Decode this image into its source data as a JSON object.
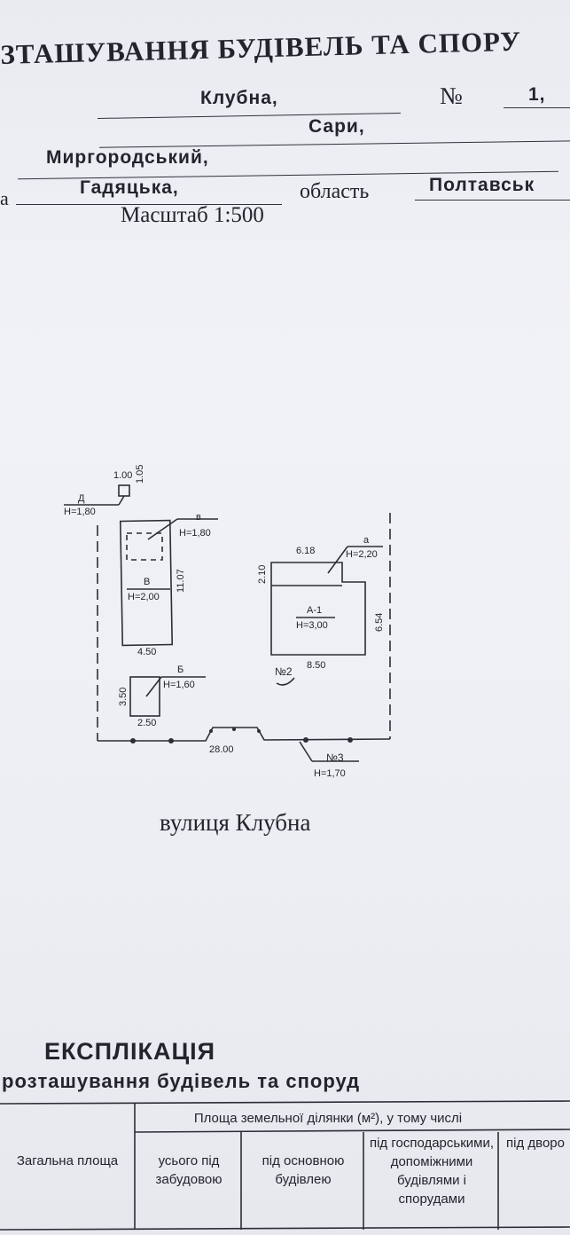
{
  "header": {
    "title": "ЗТАШУВАННЯ БУДІВЕЛЬ ТА СПОРУ",
    "street": "Клубна,",
    "number_sign": "№",
    "number": "1,",
    "village": "Сари,",
    "district": "Миргородський,",
    "prefix_a": "а",
    "community": "Гадяцька,",
    "oblast_label": "область",
    "oblast": "Полтавськ",
    "scale": "Масштаб 1:500"
  },
  "plan": {
    "labels": {
      "d_letter": "Д",
      "d_height": "Н=1,80",
      "d_width": "1.00",
      "d_depth": "1.05",
      "v_small": "в",
      "v_small_height": "Н=1,80",
      "v_letter": "В",
      "v_height": "Н=2,00",
      "v_length": "11.07",
      "v_width": "4.50",
      "b_letter": "Б",
      "b_height": "Н=1,60",
      "b_depth": "3.50",
      "b_width": "2.50",
      "a_small": "а",
      "a_height": "Н=2,20",
      "a_width": "6.18",
      "a_depth": "2.10",
      "a_main": "А-1",
      "a_main_height": "Н=3,00",
      "a_main_depth": "6.54",
      "a_main_width": "8.50",
      "n2": "№2",
      "n3": "№3",
      "n3_height": "Н=1,70",
      "front_width": "28.00"
    },
    "street_name": "вулиця Клубна"
  },
  "explication": {
    "title": "ЕКСПЛІКАЦІЯ",
    "subtitle": "розташування будівель та споруд",
    "table": {
      "group_header": "Площа земельної ділянки (м²), у тому числі",
      "columns": [
        "Загальна площа",
        "усього під забудовою",
        "під основною будівлею",
        "під господарськими, допоміжними будівлями і спорудами",
        "під двоpo"
      ]
    }
  }
}
